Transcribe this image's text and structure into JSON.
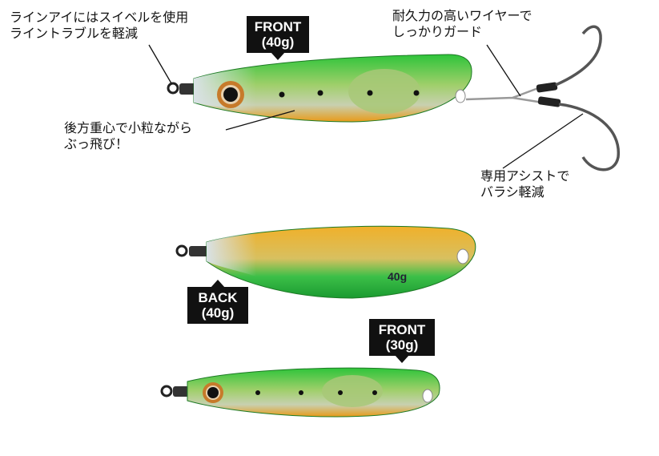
{
  "callouts": {
    "line_eye": [
      "ラインアイにはスイベルを使用",
      "ライントラブルを軽減"
    ],
    "wire": [
      "耐久力の高いワイヤーで",
      "しっかりガード"
    ],
    "center_of_gravity": [
      "後方重心で小粒ながら",
      "ぶっ飛び！"
    ],
    "assist": [
      "専用アシストで",
      "バラシ軽減"
    ]
  },
  "labels": {
    "front40": [
      "FRONT",
      "(40g)"
    ],
    "back40": [
      "BACK",
      "(40g)"
    ],
    "front30": [
      "FRONT",
      "(30g)"
    ]
  },
  "embossed_weight": "40g",
  "colors": {
    "green": "#2fb52f",
    "gold": "#e6a21a",
    "silver": "#c9d3d6",
    "label_bg": "#111111"
  }
}
